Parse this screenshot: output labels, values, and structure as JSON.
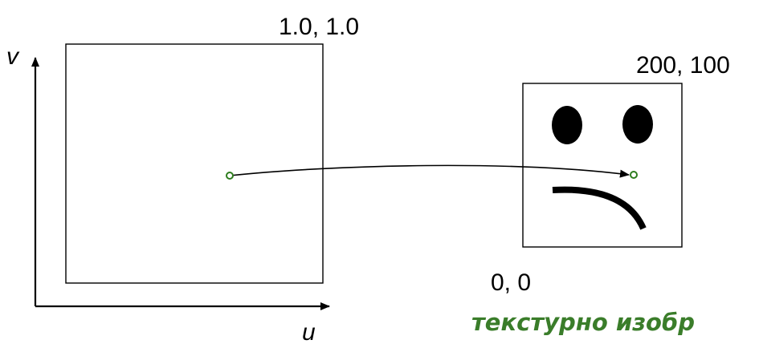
{
  "uv_space": {
    "axis_u_label": "u",
    "axis_v_label": "v",
    "corner_label": "1.0, 1.0"
  },
  "texture": {
    "corner_top_label": "200, 100",
    "corner_bottom_label": "0, 0",
    "caption": "текстурно изобр"
  },
  "colors": {
    "ink": "#000000",
    "point": "#2e7d1e",
    "caption": "#3a7d2a"
  }
}
